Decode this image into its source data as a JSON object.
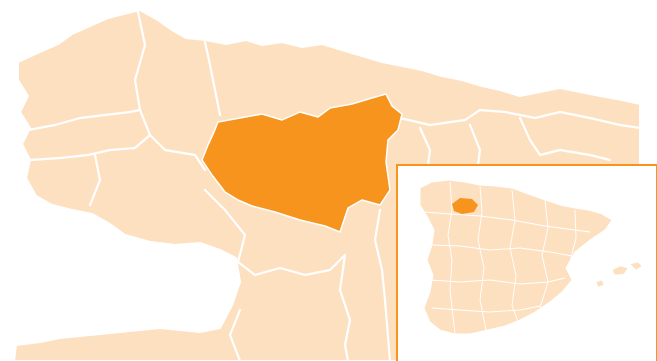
{
  "map": {
    "highlighted_region": "León",
    "country": "Spain",
    "colors": {
      "highlight": "#f7941d",
      "land": "#fde0c0",
      "border": "#ffffff",
      "inset_frame": "#f7941d",
      "background": "#ffffff"
    },
    "inset": {
      "shows": "Spain",
      "placement": "bottom-right"
    }
  }
}
